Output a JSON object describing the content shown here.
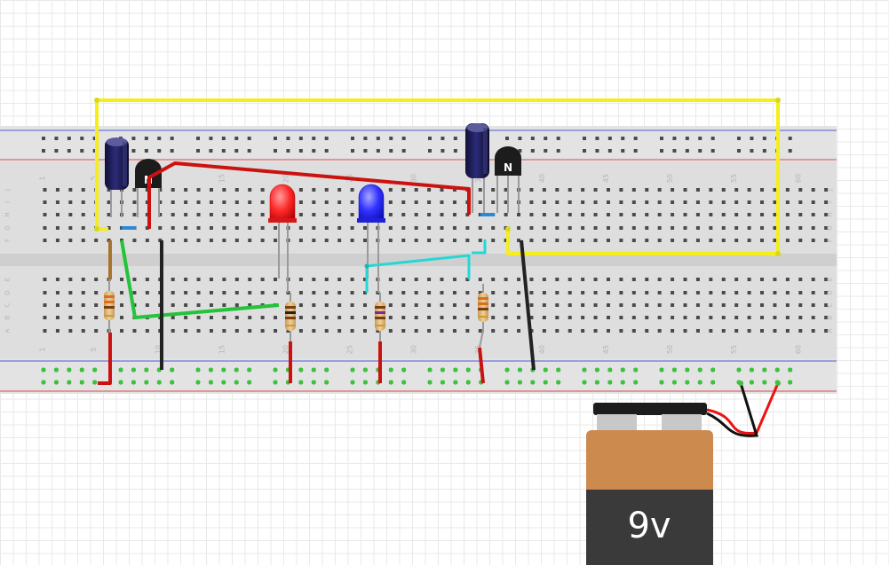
{
  "breadboard": {
    "column_labels": [
      "1",
      "5",
      "10",
      "15",
      "20",
      "25",
      "30",
      "35",
      "40",
      "45",
      "50",
      "55",
      "60"
    ],
    "row_labels_top": [
      "J",
      "I",
      "H",
      "G",
      "F"
    ],
    "row_labels_bottom": [
      "E",
      "D",
      "C",
      "B",
      "A"
    ]
  },
  "battery": {
    "label": "9v",
    "body_color": "#cd8a4f",
    "band_color": "#3a3a3a"
  },
  "transistors": [
    {
      "label": "N"
    },
    {
      "label": "N"
    }
  ],
  "leds": [
    {
      "name": "red-led",
      "color": "#ff2020"
    },
    {
      "name": "blue-led",
      "color": "#2a2aff"
    }
  ],
  "wire_colors": {
    "yellow": "#f5ee1a",
    "red": "#cc1111",
    "green": "#23c33a",
    "black": "#222222",
    "cyan": "#27d6d6",
    "brown": "#a6742a"
  }
}
